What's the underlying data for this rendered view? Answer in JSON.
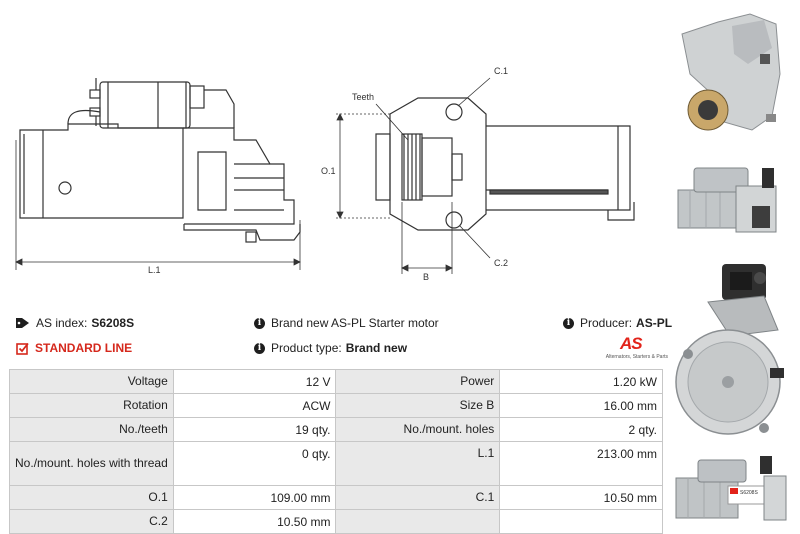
{
  "drawing": {
    "labels": {
      "l1": "L.1",
      "teeth": "Teeth",
      "c1": "C.1",
      "c2": "C.2",
      "o1": "O.1",
      "b": "B"
    }
  },
  "info": {
    "as_index_label": "AS index:",
    "as_index_value": "S6208S",
    "standard_line": "STANDARD LINE",
    "description": "Brand new AS-PL Starter motor",
    "product_type_label": "Product type:",
    "product_type_value": "Brand new",
    "producer_label": "Producer:",
    "producer_value": "AS-PL"
  },
  "logo": {
    "mark": "AS",
    "tagline": "Alternators, Starters & Parts"
  },
  "photos": {
    "label_text": "S6208S"
  },
  "specs": {
    "rows": [
      [
        "Voltage",
        "12 V",
        "Power",
        "1.20 kW"
      ],
      [
        "Rotation",
        "ACW",
        "Size B",
        "16.00 mm"
      ],
      [
        "No./teeth",
        "19 qty.",
        "No./mount. holes",
        "2 qty."
      ],
      [
        "No./mount. holes with thread",
        "0 qty.",
        "L.1",
        "213.00 mm"
      ],
      [
        "O.1",
        "109.00 mm",
        "C.1",
        "10.50 mm"
      ],
      [
        "C.2",
        "10.50 mm",
        "",
        ""
      ]
    ]
  },
  "colors": {
    "accent": "#d5281c",
    "label_bg": "#e9e9e9",
    "border": "#c7c7c7"
  }
}
